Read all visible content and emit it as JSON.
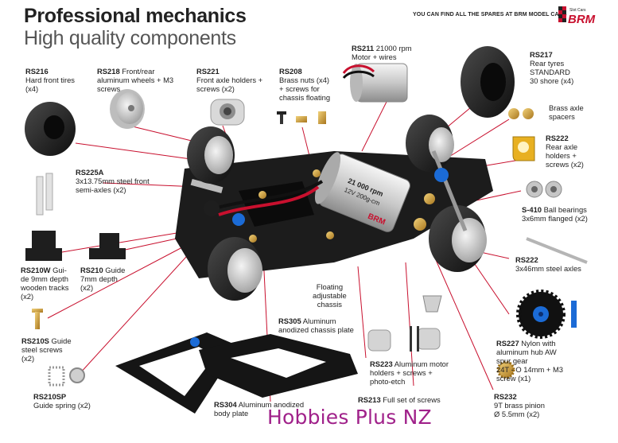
{
  "header": {
    "title": "Professional mechanics",
    "subtitle": "High quality components",
    "tagline": "YOU CAN FIND ALL THE SPARES AT BRM MODEL CARS",
    "brand_small": "Slot Cars",
    "brand": "BRM"
  },
  "parts": [
    {
      "code": "RS216",
      "desc": "Hard front tires\n(x4)"
    },
    {
      "code": "RS218",
      "desc": "Front/rear\naluminum wheels + M3\nscrews",
      "inline": true
    },
    {
      "code": "RS221",
      "desc": "Front axle holders +\nscrews (x2)",
      "inline": true
    },
    {
      "code": "RS208",
      "desc": "Brass nuts (x4)\n+ screws for\nchassis floating"
    },
    {
      "code": "RS211",
      "desc": "21000 rpm\nMotor + wires",
      "inline": true
    },
    {
      "code": "RS217",
      "desc": "Rear tyres\nSTANDARD\n30 shore (x4)"
    },
    {
      "code": "",
      "desc": "Brass axle\nspacers"
    },
    {
      "code": "RS222",
      "desc": "Rear axle\nholders +\nscrews (x2)"
    },
    {
      "code": "S-410",
      "desc": "Ball bearings\n3x6mm flanged (x2)",
      "inline": true
    },
    {
      "code": "RS225A",
      "desc": "3x13.75mm steel front\nsemi-axles (x2)"
    },
    {
      "code": "RS210W",
      "desc": "Gui-\nde 9mm depth\nwooden tracks\n(x2)",
      "inline": true
    },
    {
      "code": "RS210",
      "desc": "Guide\n7mm depth\n(x2)",
      "inline": true
    },
    {
      "code": "RS222",
      "desc": "3x46mm steel axles"
    },
    {
      "code": "",
      "desc": "Floating\nadjustable\nchassis"
    },
    {
      "code": "RS305",
      "desc": "Aluminum\nanodized chassis plate",
      "inline": true
    },
    {
      "code": "RS210S",
      "desc": "Guide\nsteel screws\n(x2)",
      "inline": true
    },
    {
      "code": "RS227",
      "desc": "Nylon with\naluminum hub AW\nspur gear\n24T  - O 14mm + M3\nscrew (x1)",
      "inline": true
    },
    {
      "code": "RS223",
      "desc": "Aluminum motor\nholders + screws +\nphoto-etch",
      "inline": true
    },
    {
      "code": "RS210SP",
      "desc": "Guide spring (x2)"
    },
    {
      "code": "RS213",
      "desc": "Full set of screws",
      "inline": true
    },
    {
      "code": "RS232",
      "desc": "9T brass pinion\nØ 5.5mm (x2)"
    },
    {
      "code": "RS304",
      "desc": "Aluminum anodized\nbody plate",
      "inline": true
    }
  ],
  "motor": {
    "label_line1": "21 000 rpm",
    "label_line2": "12V 200g-cm",
    "brand": "BRM"
  },
  "watermark": "Hobbies Plus NZ",
  "colors": {
    "accent": "#c8102e",
    "watermark": "#a0218a",
    "chassis": "#1c1c1c",
    "brass": "#d4a24a",
    "leader": "#c8102e"
  }
}
